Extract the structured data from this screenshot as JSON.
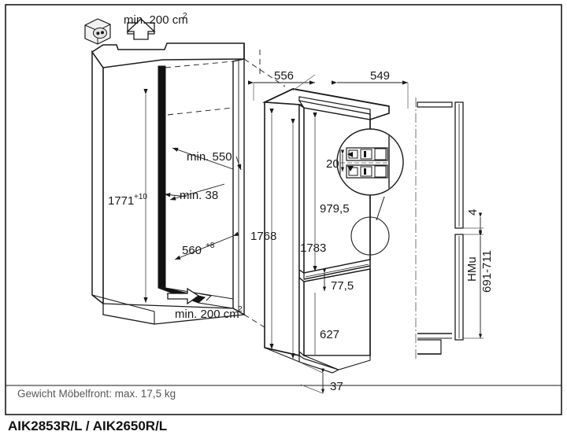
{
  "document": {
    "type": "appliance-installation-drawing",
    "model_line": "AIK2853R/L / AIK2650R/L",
    "footnote": "Gewicht Möbelfront: max. 17,5 kg"
  },
  "colors": {
    "line": "#1a1a1a",
    "thin_line": "#555555",
    "footnote": "#58585a",
    "background": "#ffffff",
    "fill_dark": "#111111"
  },
  "notes": {
    "vent_top": "min. 200 cm",
    "vent_top_sup": "2",
    "vent_bottom": "min. 200 cm",
    "vent_bottom_sup": "2"
  },
  "icons": {
    "socket": "power-socket-icon",
    "arrow_up": "airflow-arrow-up-icon",
    "arrow_right": "airflow-arrow-right-icon"
  },
  "dimensions": {
    "niche_height": {
      "value": "1771",
      "sup": "+10"
    },
    "niche_depth_min": {
      "value": "min. 550",
      "sup": ""
    },
    "niche_gap_min": {
      "value": "min. 38",
      "sup": ""
    },
    "niche_width": {
      "value": "560",
      "sup": "+8"
    },
    "appliance_width_total": {
      "value": "556",
      "sup": ""
    },
    "appliance_depth": {
      "value": "549",
      "sup": ""
    },
    "appliance_height_a": {
      "value": "1768",
      "sup": ""
    },
    "appliance_height_b": {
      "value": "1783",
      "sup": ""
    },
    "upper_door_height": {
      "value": "979,5",
      "sup": ""
    },
    "door_gap": {
      "value": "77,5",
      "sup": ""
    },
    "lower_door_height": {
      "value": "627",
      "sup": ""
    },
    "hinge_detail": {
      "value": "20",
      "sup": ""
    },
    "plinth_depth": {
      "value": "37",
      "sup": ""
    },
    "panel_gap": {
      "value": "4",
      "sup": ""
    },
    "hmu_label": {
      "value": "HMu",
      "sup": ""
    },
    "hmu_range": {
      "value": "691-711",
      "sup": ""
    }
  }
}
